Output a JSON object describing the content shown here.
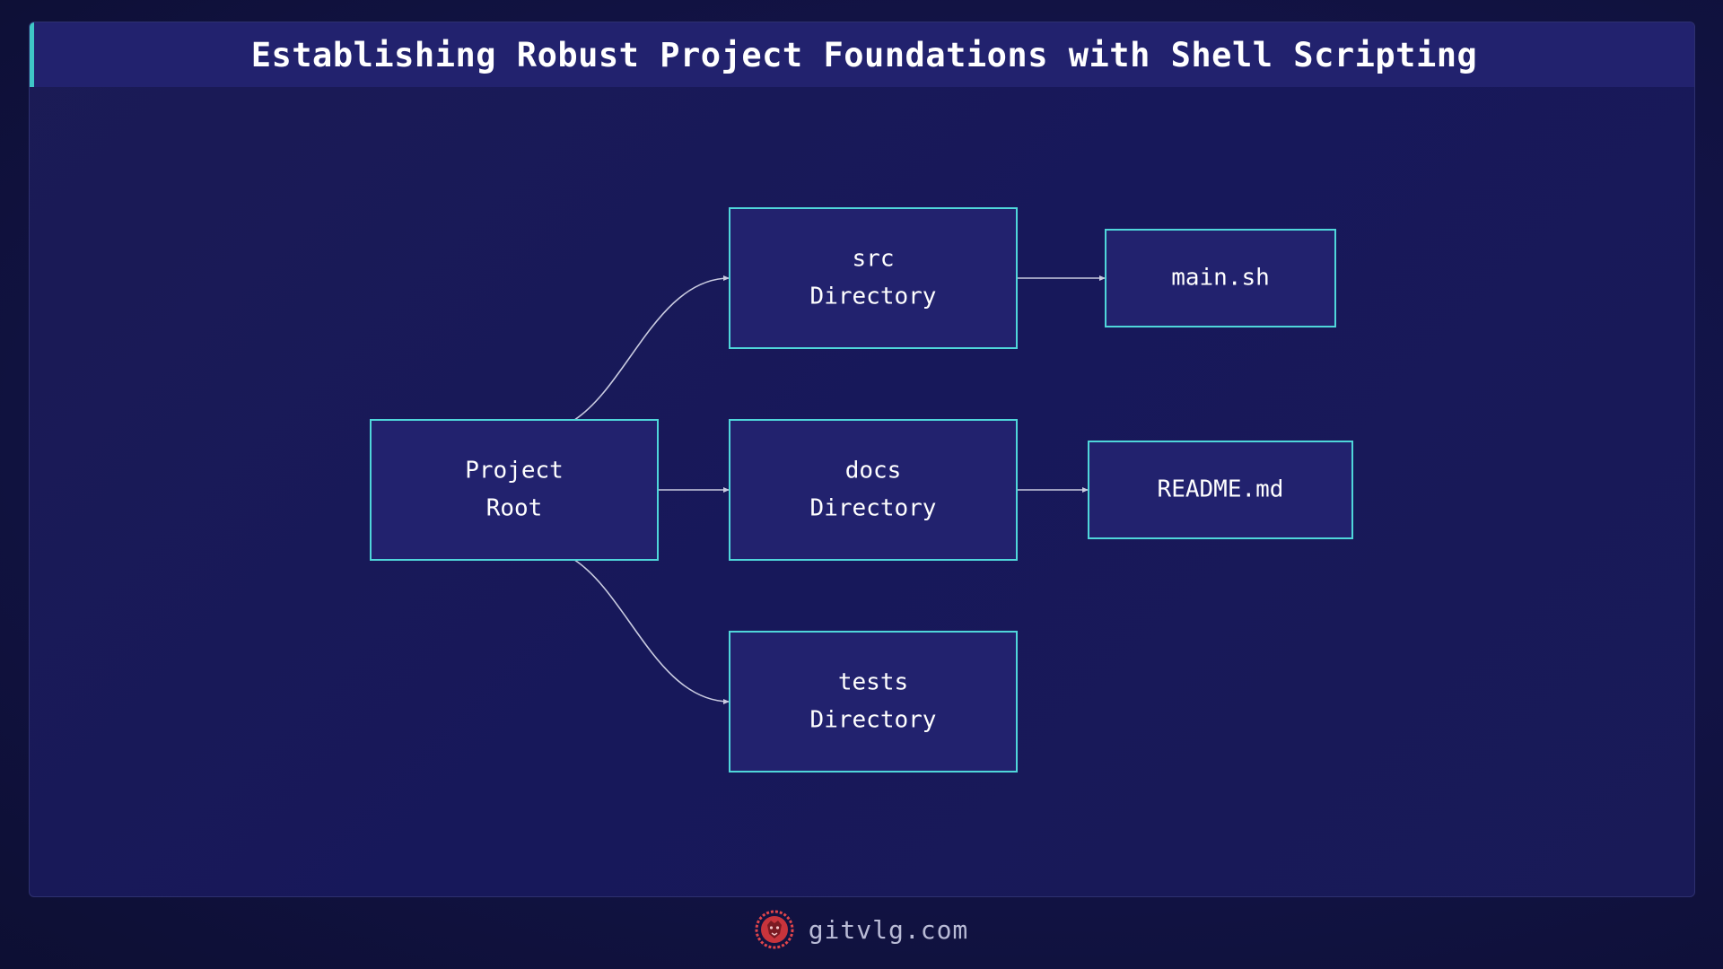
{
  "title": "Establishing Robust Project Foundations with Shell Scripting",
  "diagram": {
    "nodes": [
      {
        "id": "root",
        "lines": [
          "Project",
          "Root"
        ]
      },
      {
        "id": "src",
        "lines": [
          "src",
          "Directory"
        ]
      },
      {
        "id": "docs",
        "lines": [
          "docs",
          "Directory"
        ]
      },
      {
        "id": "tests",
        "lines": [
          "tests",
          "Directory"
        ]
      },
      {
        "id": "main",
        "lines": [
          "main.sh"
        ]
      },
      {
        "id": "readme",
        "lines": [
          "README.md"
        ]
      }
    ],
    "edges": [
      {
        "from": "root",
        "to": "src"
      },
      {
        "from": "root",
        "to": "docs"
      },
      {
        "from": "root",
        "to": "tests"
      },
      {
        "from": "src",
        "to": "main"
      },
      {
        "from": "docs",
        "to": "readme"
      }
    ]
  },
  "footer": {
    "site": "gitvlg.com",
    "logo_icon": "lion-logo-icon"
  },
  "colors": {
    "background": "#121345",
    "node_fill": "#22226e",
    "node_border": "#4fd6da",
    "title_accent": "#3fc6c6",
    "edge": "#c9cbe0",
    "logo": "#e0454b"
  }
}
